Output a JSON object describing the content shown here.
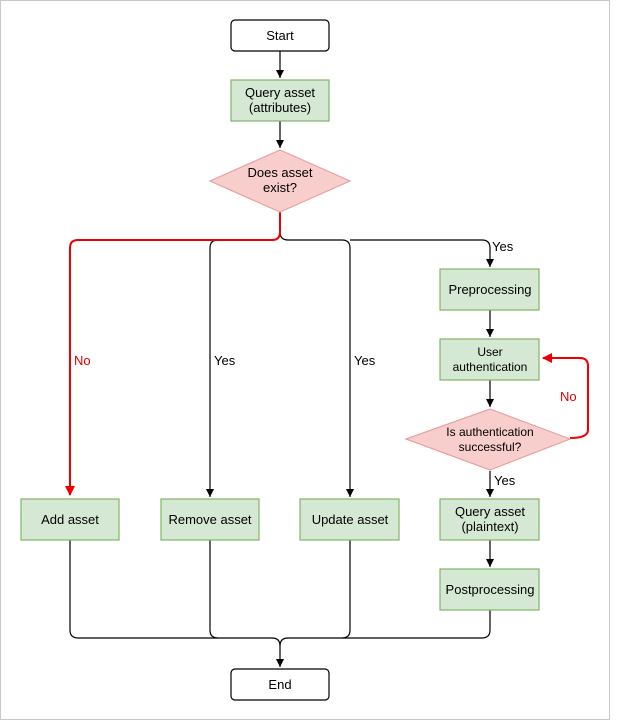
{
  "nodes": {
    "start": "Start",
    "query_attr_1": "Query asset",
    "query_attr_2": "(attributes)",
    "exist_1": "Does asset",
    "exist_2": "exist?",
    "preprocessing": "Preprocessing",
    "user_auth_1": "User",
    "user_auth_2": "authentication",
    "auth_ok_1": "Is authentication",
    "auth_ok_2": "successful?",
    "add_asset": "Add asset",
    "remove_asset": "Remove asset",
    "update_asset": "Update asset",
    "query_plain_1": "Query asset",
    "query_plain_2": "(plaintext)",
    "postprocessing": "Postprocessing",
    "end": "End"
  },
  "edges": {
    "no_add": "No",
    "yes_remove": "Yes",
    "yes_update": "Yes",
    "yes_pre": "Yes",
    "no_auth": "No",
    "yes_auth": "Yes"
  },
  "colors": {
    "process_fill": "#d5e8d4",
    "process_stroke": "#82b366",
    "decision_fill": "#f8cecc",
    "decision_stroke": "#e8a0a0",
    "terminal_fill": "#ffffff",
    "edge": "#000000",
    "edge_highlight": "#ee0000"
  }
}
